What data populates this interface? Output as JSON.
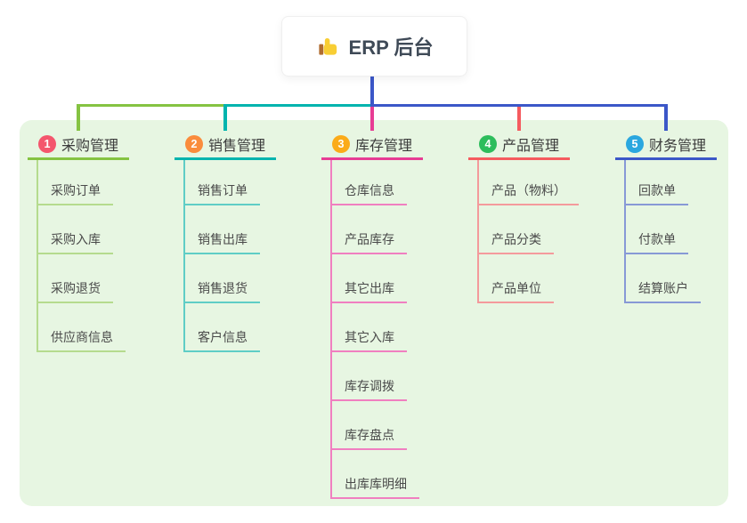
{
  "root": {
    "label": "ERP 后台",
    "icon": "thumbs-up-icon"
  },
  "colors": {
    "canvas": "#ffffff",
    "panel": "#e7f6e2",
    "stem": "#3b57c8",
    "root_text": "#3f4a57",
    "root_border": "#efefef",
    "title_text": "#3b3b3b",
    "item_text": "#4a4a4a",
    "thumb_hand": "#f8ce34",
    "thumb_cuff": "#b06c30"
  },
  "branches": [
    {
      "number": "1",
      "title": "采购管理",
      "badge_color": "#f4566d",
      "line_color": "#85c342",
      "sub_line_color": "#b5db8e",
      "items": [
        "采购订单",
        "采购入库",
        "采购退货",
        "供应商信息"
      ]
    },
    {
      "number": "2",
      "title": "销售管理",
      "badge_color": "#fa8c3c",
      "line_color": "#00b4ae",
      "sub_line_color": "#5fcdc6",
      "items": [
        "销售订单",
        "销售出库",
        "销售退货",
        "客户信息"
      ]
    },
    {
      "number": "3",
      "title": "库存管理",
      "badge_color": "#fbab19",
      "line_color": "#e73c94",
      "sub_line_color": "#f07fc0",
      "items": [
        "仓库信息",
        "产品库存",
        "其它出库",
        "其它入库",
        "库存调拨",
        "库存盘点",
        "出库库明细"
      ]
    },
    {
      "number": "4",
      "title": "产品管理",
      "badge_color": "#2dbd5c",
      "line_color": "#f55b5f",
      "sub_line_color": "#f49a9c",
      "items": [
        "产品（物料）",
        "产品分类",
        "产品单位"
      ]
    },
    {
      "number": "5",
      "title": "财务管理",
      "badge_color": "#2aa7df",
      "line_color": "#3b57c8",
      "sub_line_color": "#8799d6",
      "items": [
        "回款单",
        "付款单",
        "结算账户"
      ]
    }
  ]
}
